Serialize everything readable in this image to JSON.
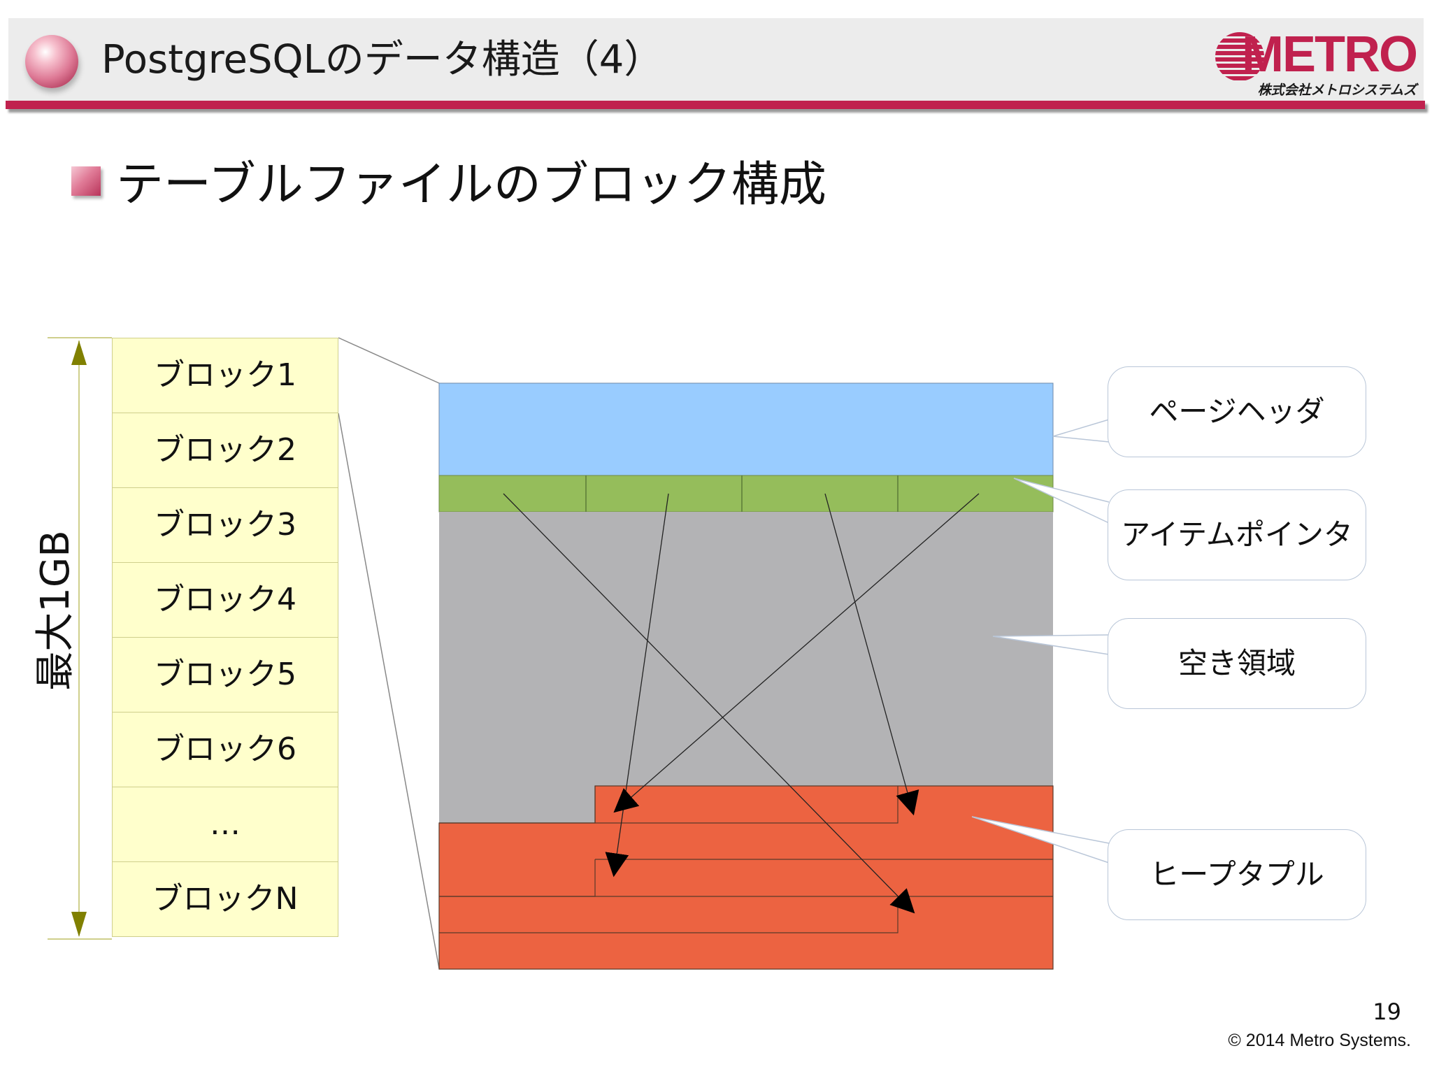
{
  "header": {
    "title": "PostgreSQLのデータ構造（4）",
    "logo_word": "METRO",
    "logo_sub": "株式会社メトロシステムズ"
  },
  "heading": "テーブルファイルのブロック構成",
  "blocks": [
    "ブロック1",
    "ブロック2",
    "ブロック3",
    "ブロック4",
    "ブロック5",
    "ブロック6",
    "…",
    "ブロックN"
  ],
  "size_label": "最大1GB",
  "callouts": {
    "page_header": "ページヘッダ",
    "item_pointer": "アイテムポインタ",
    "free_space": "空き領域",
    "heap_tuple": "ヒープタプル"
  },
  "colors": {
    "page_header": "#99ccff",
    "item_pointer": "#95bd5b",
    "free_space": "#b3b3b5",
    "heap_tuple": "#ec6341",
    "block": "#ffffcc",
    "accent": "#c0214e",
    "arrow": "#808000"
  },
  "footer": {
    "page_number": "19",
    "copyright": "© 2014 Metro Systems."
  }
}
